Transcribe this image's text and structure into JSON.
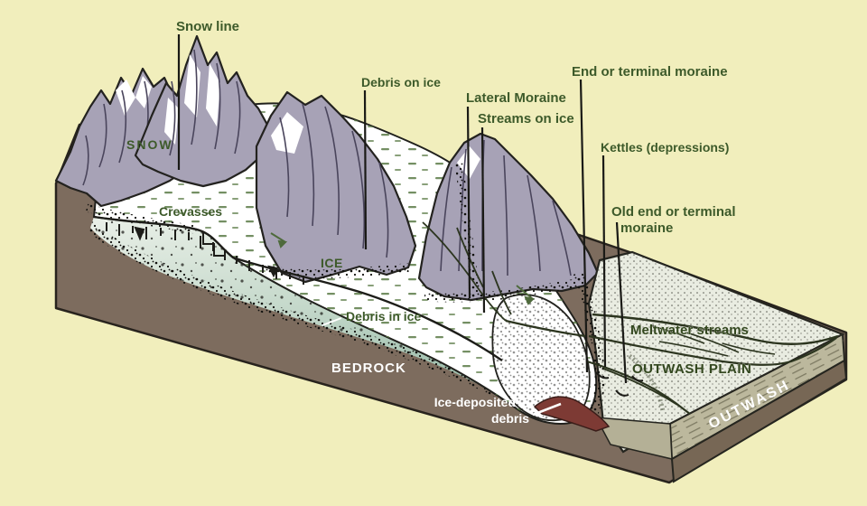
{
  "diagram": {
    "type": "glacier-landforms-cross-section-illustration",
    "labels": {
      "snow_line": "Snow line",
      "snow": "SNOW",
      "crevasses": "Crevasses",
      "debris_on_ice": "Debris on ice",
      "lateral_moraine": "Lateral Moraine",
      "streams_on_ice": "Streams on ice",
      "end_or_terminal_moraine": "End or terminal moraine",
      "kettles": "Kettles (depressions)",
      "old_end_moraine_line1": "Old end or terminal",
      "old_end_moraine_line2": "moraine",
      "ice": "ICE",
      "debris_in_ice": "Debris in ice",
      "bedrock": "BEDROCK",
      "ice_deposited_line1": "Ice-deposited",
      "ice_deposited_line2": "debris",
      "meltwater_streams": "Meltwater streams",
      "outwash_plain": "OUTWASH PLAIN",
      "outwash": "OUTWASH"
    },
    "colors": {
      "background": "#f1eebc",
      "label_green": "#3d5a2a",
      "label_white": "#ffffff",
      "bedrock_brown": "#7d6c5e",
      "mountain_lavender": "#a7a2b6",
      "mountain_shadow": "#4a455c",
      "glacier_white": "#ffffff",
      "ice_face_green": "#a9c4b3",
      "ice_dash_green": "#5c7b47",
      "debris_red": "#7d3a34",
      "outwash_sediment_tan": "#bcb89d",
      "outline_black": "#23221f"
    }
  }
}
